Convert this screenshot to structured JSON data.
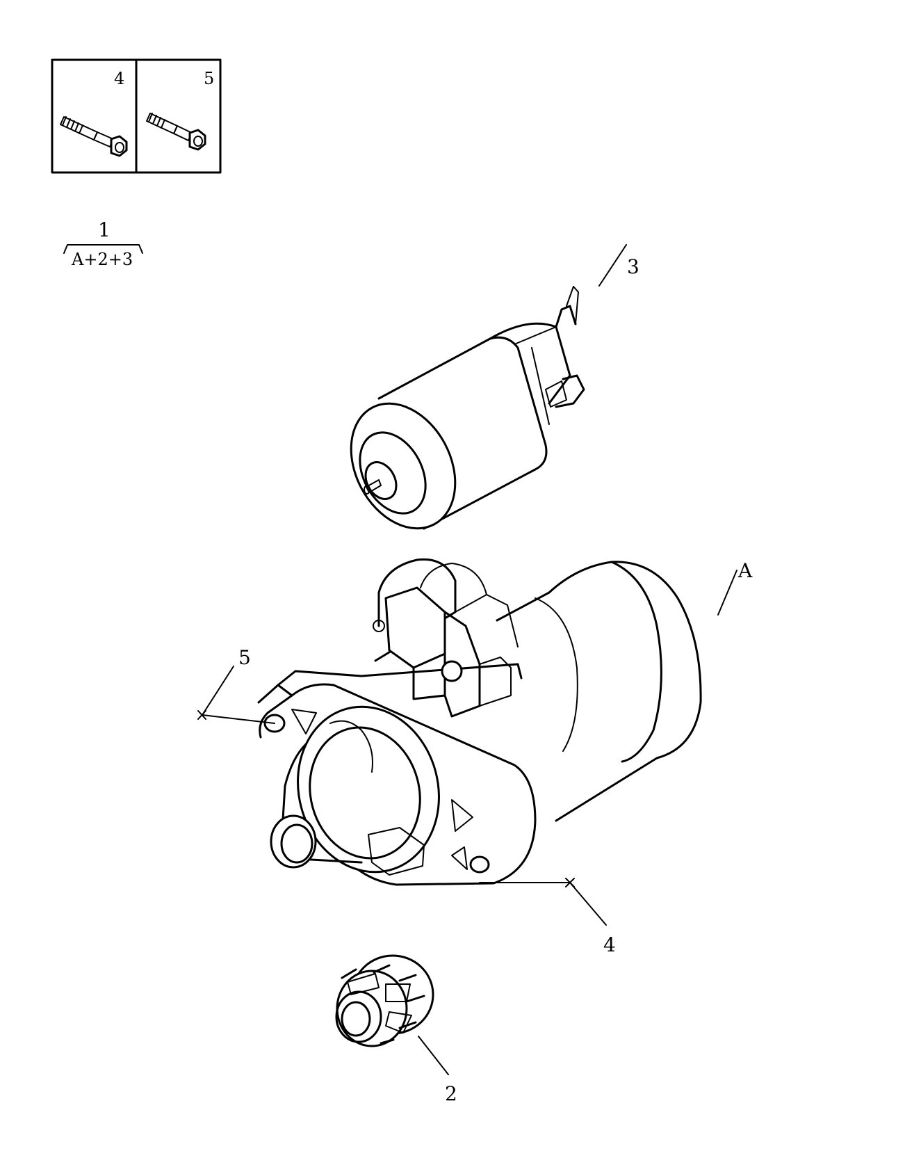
{
  "inset": {
    "cells": [
      {
        "callout": "4"
      },
      {
        "callout": "5"
      }
    ]
  },
  "kit": {
    "number": "1",
    "contents": "A+2+3"
  },
  "callouts": {
    "solenoid": "3",
    "motor": "A",
    "bolt_left": "5",
    "bolt_right": "4",
    "pinion": "2"
  },
  "colors": {
    "ink": "#000000",
    "paper": "#ffffff"
  }
}
